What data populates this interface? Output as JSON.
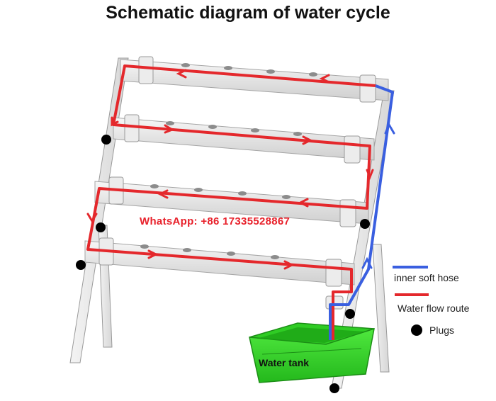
{
  "title": "Schematic diagram of water cycle",
  "watermark": "WhatsApp: +86 17335528867",
  "tank_label": "Water tank",
  "legend": {
    "hose_label": "inner soft hose",
    "flow_label": "Water flow route",
    "plug_label": "Plugs"
  },
  "colors": {
    "hose": "#3a5fe0",
    "flow": "#e4282c",
    "plug": "#000000",
    "tank": "#3ddc2e",
    "pipe": "#e6e6e6"
  }
}
